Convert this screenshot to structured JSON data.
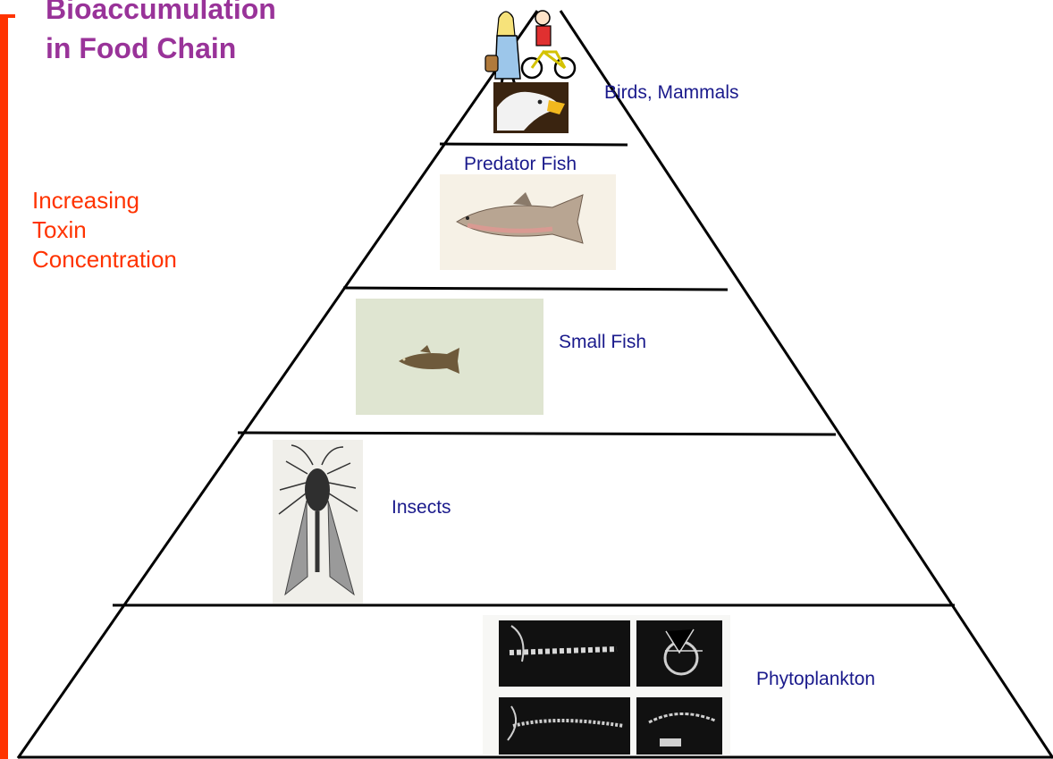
{
  "title": {
    "line1": "Bioaccumulation",
    "line2": "in Food Chain"
  },
  "side_label": {
    "line1": "Increasing",
    "line2": "Toxin",
    "line3": "Concentration"
  },
  "levels": [
    {
      "label": "Birds, Mammals"
    },
    {
      "label": "Predator Fish"
    },
    {
      "label": "Small Fish"
    },
    {
      "label": "Insects"
    },
    {
      "label": "Phytoplankton"
    }
  ],
  "colors": {
    "title": "#993399",
    "accent": "#ff3300",
    "label": "#1a1a8c",
    "outline": "#000000"
  }
}
